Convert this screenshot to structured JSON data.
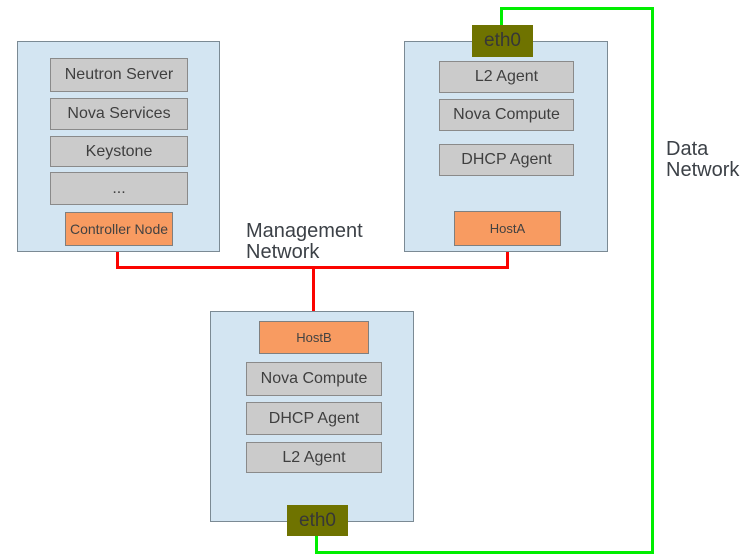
{
  "colors": {
    "node_fill": "#d3e5f2",
    "node_border": "#7b8a94",
    "service_fill": "#cbcbcb",
    "service_border": "#8a8a8a",
    "host_fill": "#f89b61",
    "host_border": "#7f7f7f",
    "eth_fill": "#6f7300",
    "mgmt_line": "#fb0300",
    "data_line": "#00ee00",
    "text": "#3f3f3f"
  },
  "nodes": {
    "controller": {
      "services": [
        "Neutron Server",
        "Nova Services",
        "Keystone",
        "..."
      ],
      "label": "Controller Node"
    },
    "hostA": {
      "eth_label": "eth0",
      "services": [
        "L2 Agent",
        "Nova Compute",
        "DHCP Agent"
      ],
      "label": "HostA"
    },
    "hostB": {
      "label": "HostB",
      "services": [
        "Nova Compute",
        "DHCP Agent",
        "L2 Agent"
      ],
      "eth_label": "eth0"
    }
  },
  "labels": {
    "management_network": "Management\nNetwork",
    "data_network": "Data\nNetwork"
  }
}
